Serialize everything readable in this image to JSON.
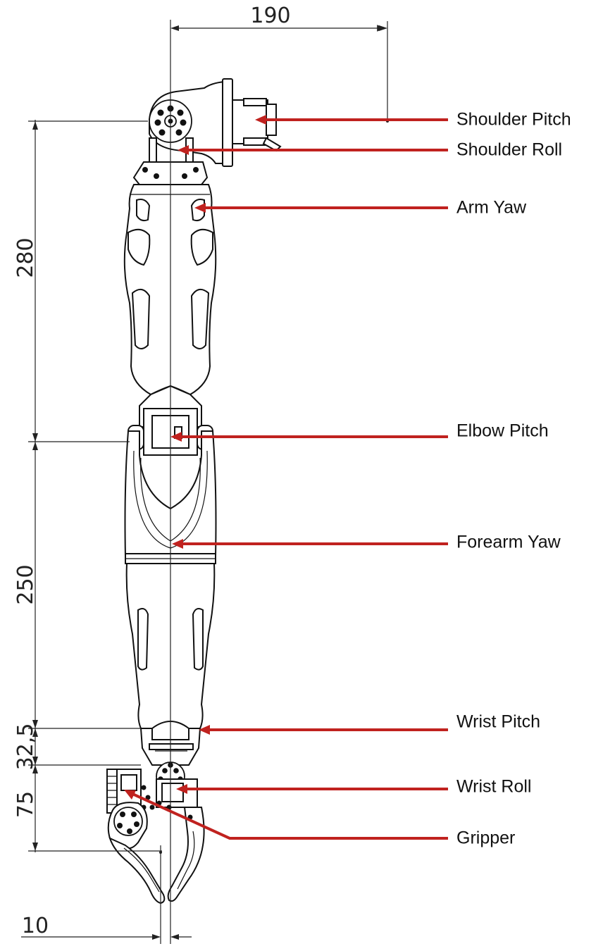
{
  "dimensions": {
    "top_width": "190",
    "upper_arm": "280",
    "forearm": "250",
    "wrist": "32,5",
    "hand": "75",
    "offset": "10"
  },
  "labels": {
    "shoulder_pitch": "Shoulder Pitch",
    "shoulder_roll": "Shoulder Roll",
    "arm_yaw": "Arm Yaw",
    "elbow_pitch": "Elbow Pitch",
    "forearm_yaw": "Forearm Yaw",
    "wrist_pitch": "Wrist Pitch",
    "wrist_roll": "Wrist Roll",
    "gripper": "Gripper"
  },
  "colors": {
    "arrow": "#c0221f",
    "line": "#111111"
  }
}
